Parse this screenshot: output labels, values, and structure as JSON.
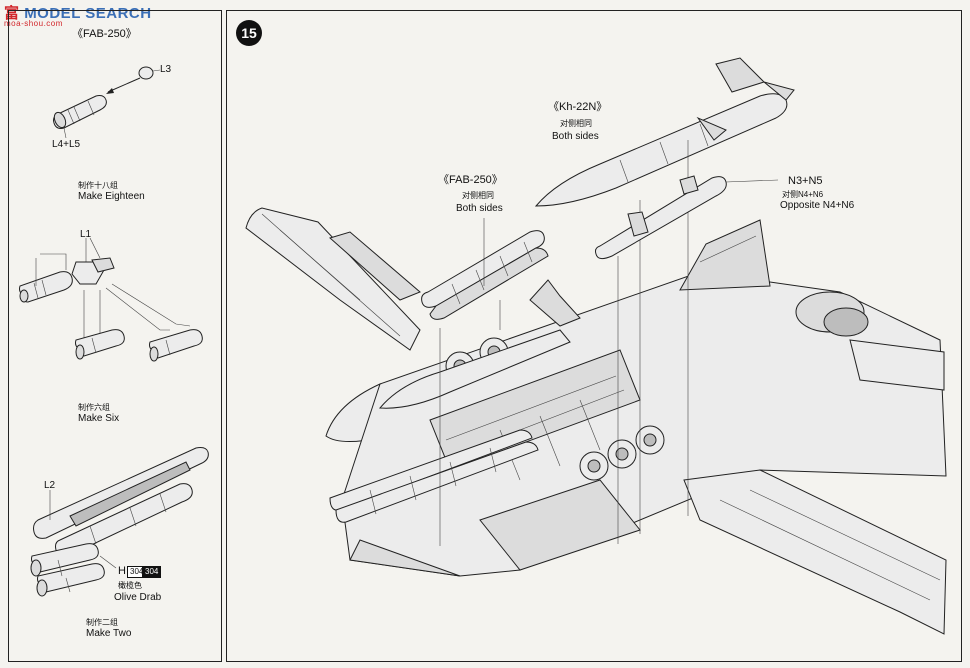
{
  "watermark": {
    "brand": "MODEL SEARCH",
    "prefix": "富",
    "sub": "moa-shou.com"
  },
  "left": {
    "top_label": "《FAB-250》",
    "parts": {
      "cap": "L3",
      "body": "L4+L5",
      "rack_part": "L1",
      "l2": "L2",
      "h_part": "H"
    },
    "groups": [
      {
        "cn": "制作十八组",
        "en": "Make Eighteen"
      },
      {
        "cn": "制作六组",
        "en": "Make Six"
      },
      {
        "cn": "制作二组",
        "en": "Make Two"
      }
    ],
    "paint": {
      "code1": "304",
      "code2": "304",
      "cn": "橄榄色",
      "en": "Olive Drab"
    }
  },
  "right": {
    "step": "15",
    "labels": [
      {
        "title": "《FAB-250》",
        "cn": "对侧相同",
        "en": "Both sides"
      },
      {
        "title": "《Kh-22N》",
        "cn": "对侧相同",
        "en": "Both sides"
      },
      {
        "title": "N3+N5",
        "cn": "对侧N4+N6",
        "en": "Opposite N4+N6"
      }
    ]
  }
}
